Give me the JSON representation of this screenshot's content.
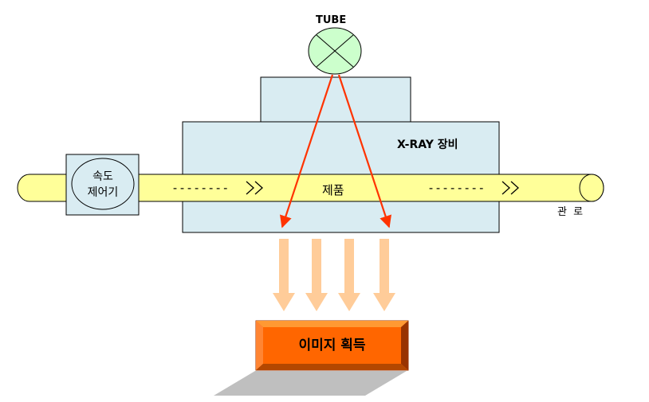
{
  "labels": {
    "tube": "TUBE",
    "xray_device": "X-RAY 장비",
    "product": "제품",
    "pipeline": "관 로",
    "speed_controller_line1": "속도",
    "speed_controller_line2": "제어기",
    "image_acquisition": "이미지 획득"
  },
  "colors": {
    "device_fill": "#d9ecf2",
    "pipe_fill": "#ffff99",
    "tube_fill": "#ccffcc",
    "beam": "#ff3300",
    "down_arrow": "#ffcc99",
    "image_box": "#ff6600",
    "shadow": "#bfbfbf"
  }
}
